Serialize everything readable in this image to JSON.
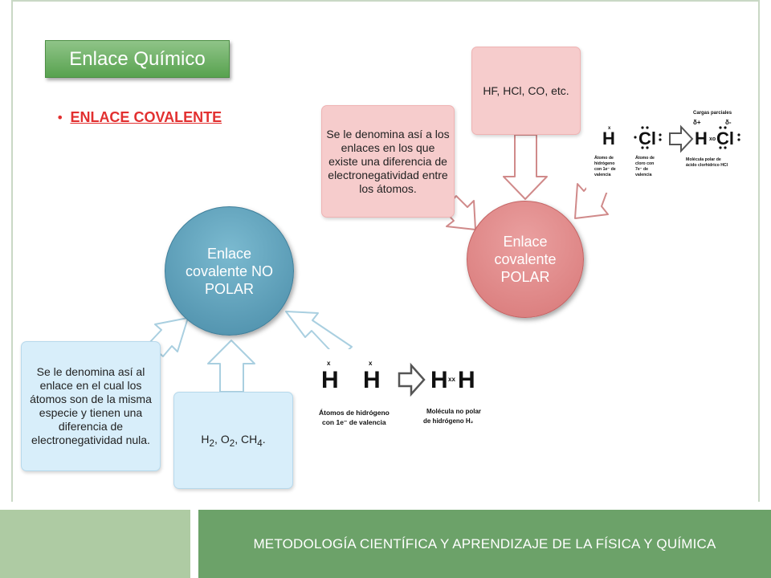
{
  "slide": {
    "title": "Enlace Químico",
    "bullet": "ENLACE COVALENTE",
    "footer": "METODOLOGÍA CIENTÍFICA Y APRENDIZAJE DE LA FÍSICA Y QUÍMICA"
  },
  "nonpolar": {
    "circle_label": "Enlace covalente NO POLAR",
    "description": "Se le denomina así al enlace en el cual los átomos son de la misma especie y tienen una diferencia de electronegatividad nula.",
    "examples": {
      "h": "H",
      "o": "O",
      "ch": "CH",
      "sub2": "2",
      "sub4": "4",
      "sep": ", ",
      "end": "."
    },
    "figure": {
      "symbol_h": "H",
      "electron": "x",
      "product": "H",
      "shared_pair": "xx",
      "caption_left_1": "Átomos de hidrógeno",
      "caption_left_2": "con 1e⁻ de valencia",
      "caption_right_1": "Molécula no polar",
      "caption_right_2": "de hidrógeno H₂"
    }
  },
  "polar": {
    "circle_label": "Enlace covalente POLAR",
    "description": "Se le denomina así a los enlaces en los que existe una diferencia de electronegatividad entre los átomos.",
    "examples": "HF, HCl, CO, etc.",
    "figure": {
      "heading": "Cargas parciales",
      "delta_plus": "δ+",
      "delta_minus": "δ-",
      "symbol_h": "H",
      "symbol_cl": "Cl",
      "electron": "x",
      "product": "H",
      "shared_pair": "xo",
      "caption_h_1": "Átomo de",
      "caption_h_2": "hidrógeno",
      "caption_h_3": "con 1e⁻ de",
      "caption_h_4": "valencia",
      "caption_cl_1": "Átomo de",
      "caption_cl_2": "cloro con",
      "caption_cl_3": "7e⁻ de",
      "caption_cl_4": "valencia",
      "caption_mol_1": "Molécula polar de",
      "caption_mol_2": "ácido clorhídrico HCl"
    }
  },
  "colors": {
    "title_green": "#58a24f",
    "footer_green": "#6ca269",
    "nonpolar_blue": "#4a8ca8",
    "polar_pink": "#d87878",
    "bullet_red": "#e23030"
  }
}
